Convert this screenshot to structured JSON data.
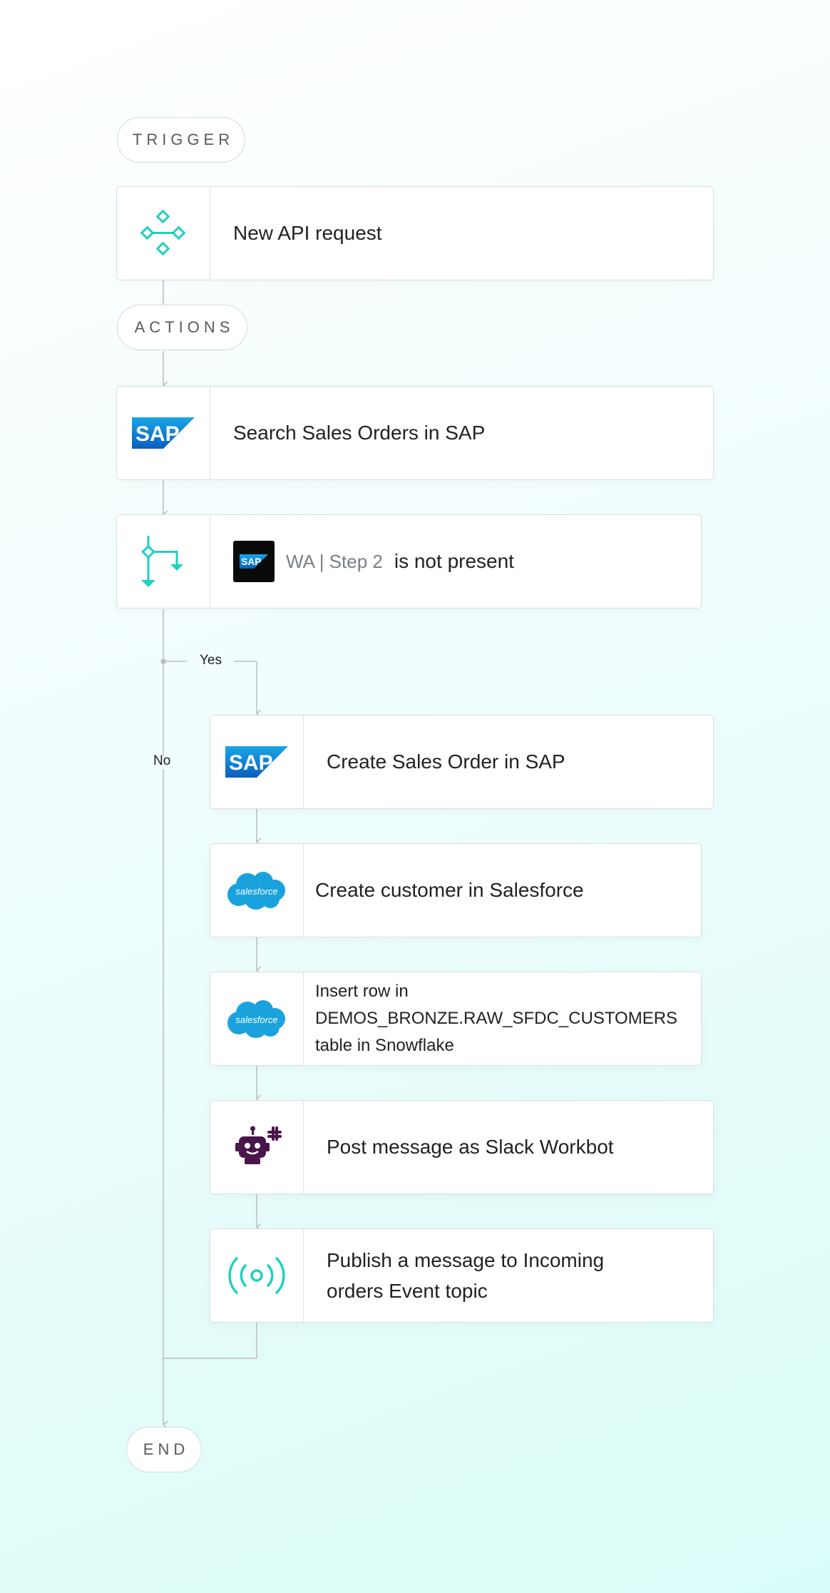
{
  "labels": {
    "trigger": "TRIGGER",
    "actions": "ACTIONS",
    "end": "END",
    "yes": "Yes",
    "no": "No"
  },
  "steps": {
    "trigger": {
      "text": "New API request",
      "icon": "api-workflow-icon"
    },
    "search_sap": {
      "text": "Search Sales Orders in SAP",
      "icon": "sap-logo"
    },
    "condition": {
      "source_badge": "SAP",
      "source_label": "WA | Step 2",
      "operator_text": "is not present",
      "icon": "branch-condition-icon"
    },
    "create_sap": {
      "text": "Create Sales Order in SAP",
      "icon": "sap-logo"
    },
    "create_sf": {
      "text": "Create customer in Salesforce",
      "icon": "salesforce-logo"
    },
    "insert_row": {
      "line1": "Insert row in",
      "line2": "DEMOS_BRONZE.RAW_SFDC_CUSTOMERS",
      "line3": "table in Snowflake",
      "icon": "salesforce-logo"
    },
    "slack": {
      "text": "Post message as Slack Workbot",
      "icon": "slack-workbot-icon"
    },
    "publish": {
      "line1": "Publish a message to Incoming",
      "line2": "orders Event topic",
      "icon": "event-broadcast-icon"
    }
  },
  "logos": {
    "sap": "SAP",
    "salesforce": "salesforce"
  },
  "colors": {
    "accent": "#1fd1c1",
    "sap_blue": "#0a6ed1",
    "salesforce_blue": "#1798c1",
    "slack_purple": "#4a154b",
    "connector": "#b9bec3"
  }
}
